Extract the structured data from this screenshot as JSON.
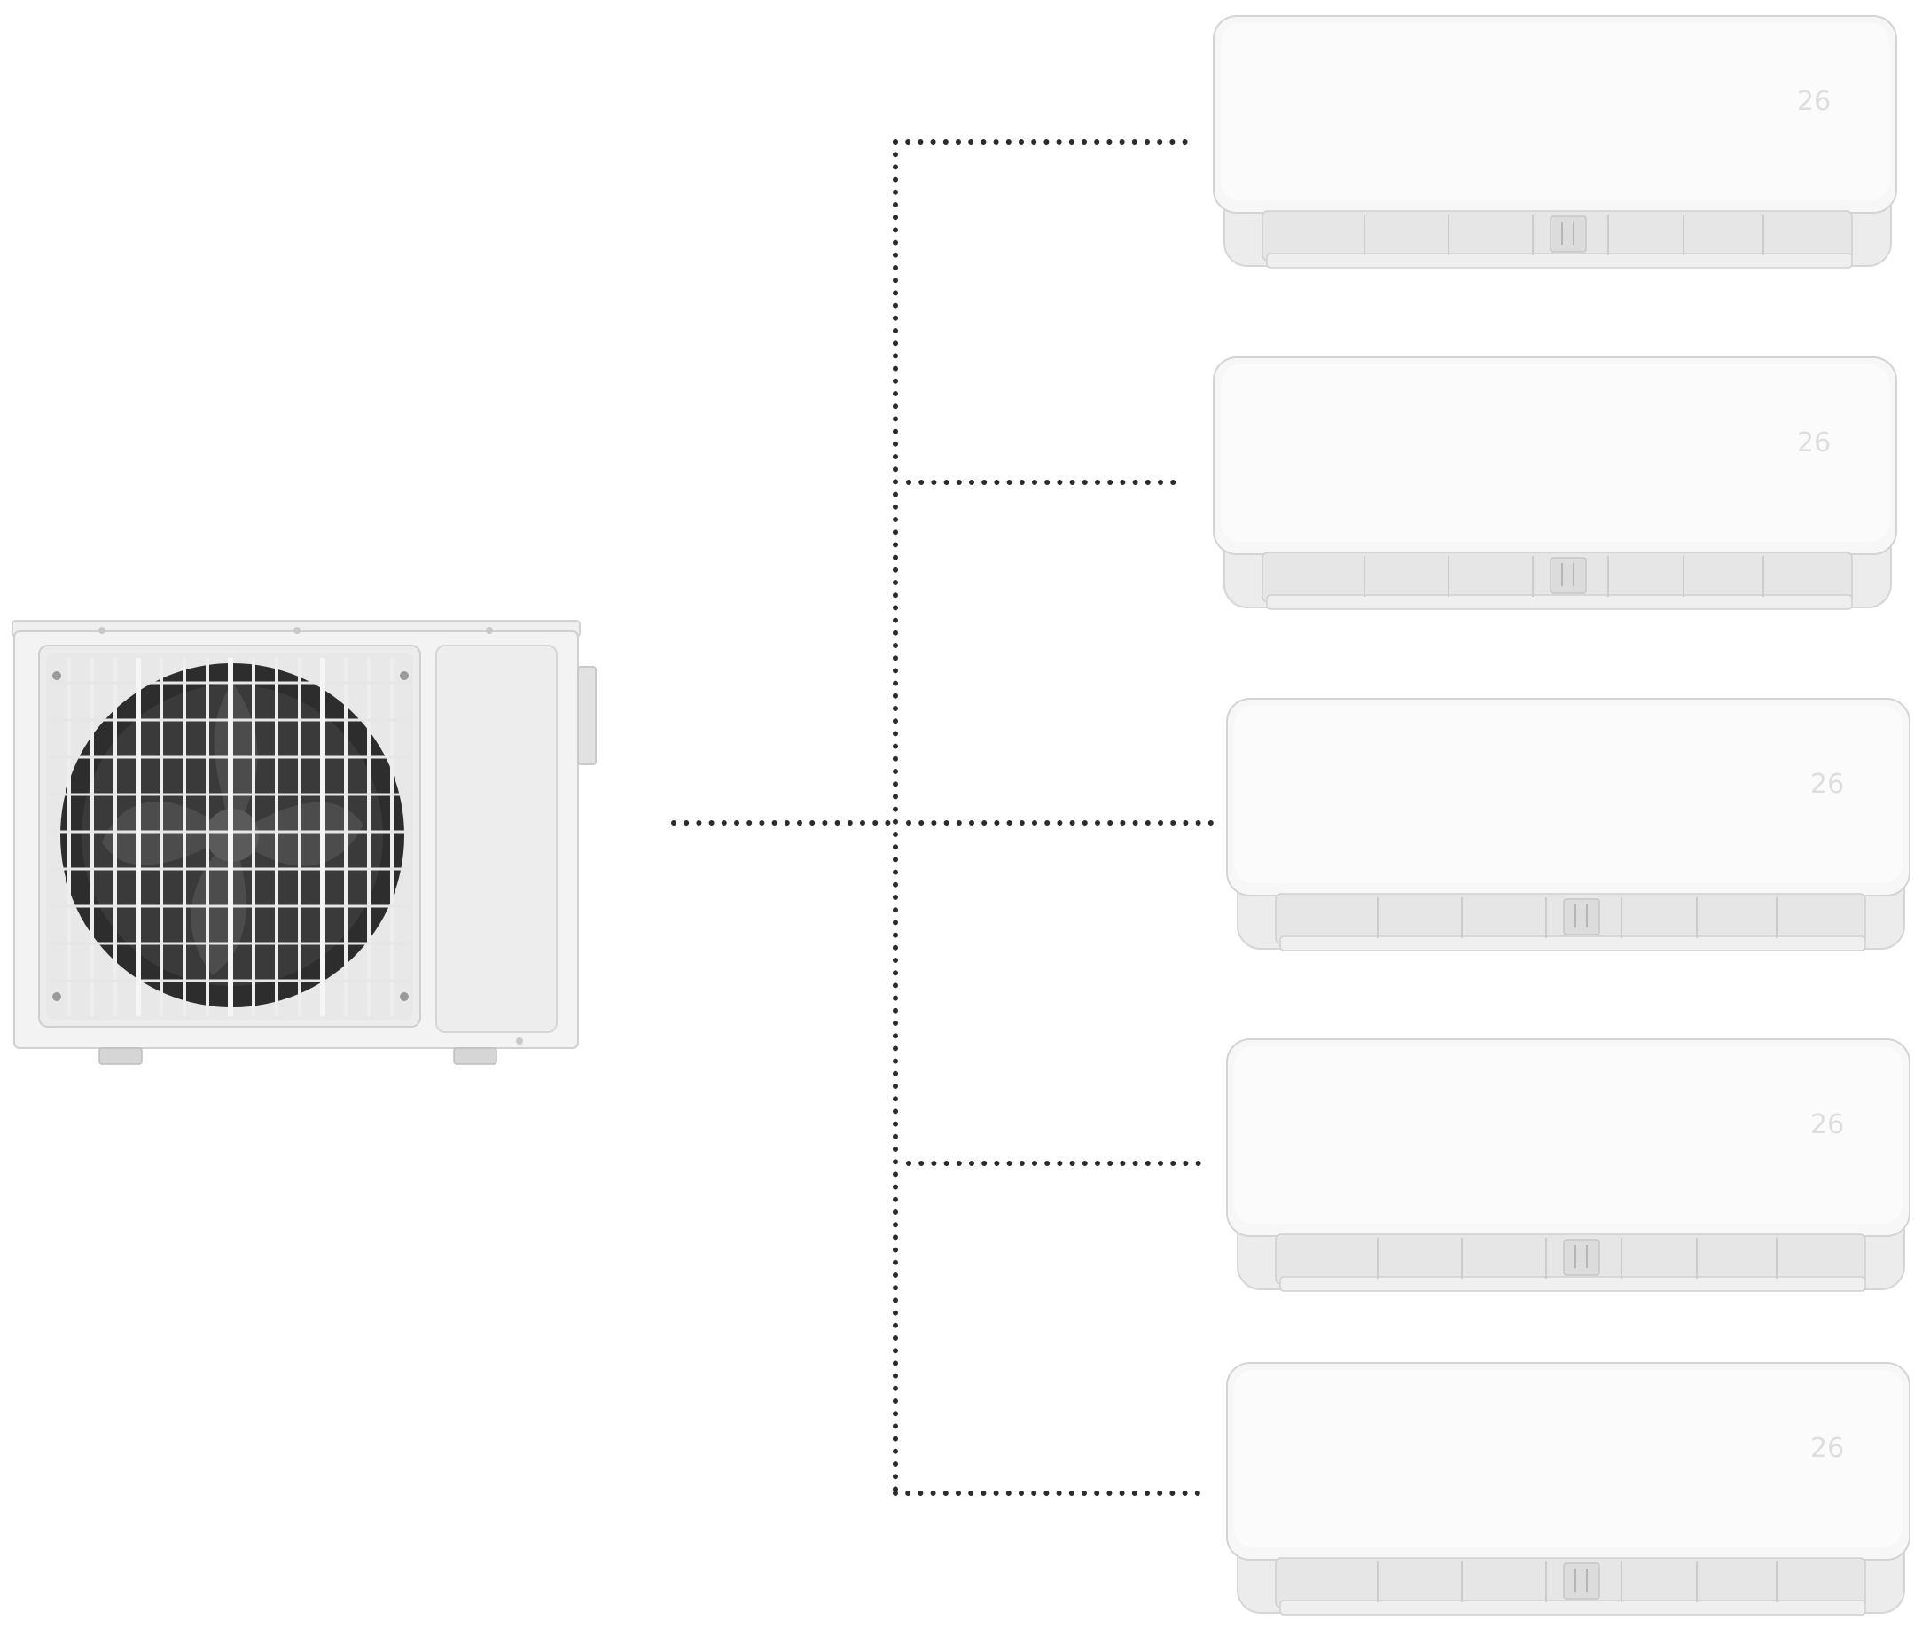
{
  "diagram": {
    "type": "multi-zone-split-system",
    "outdoor_unit": {
      "name": "outdoor-condenser-unit"
    },
    "indoor_units": [
      {
        "name": "indoor-unit-1",
        "display": "26"
      },
      {
        "name": "indoor-unit-2",
        "display": "26"
      },
      {
        "name": "indoor-unit-3",
        "display": "26"
      },
      {
        "name": "indoor-unit-4",
        "display": "26"
      },
      {
        "name": "indoor-unit-5",
        "display": "26"
      }
    ],
    "connection_style": "dotted",
    "colors": {
      "background": "#ffffff",
      "connector": "#2b2b2b",
      "unit_body": "#f4f4f4",
      "unit_shadow": "#e3e3e3",
      "unit_outline": "#d9d9d9",
      "fan_dark": "#2d2d2d",
      "grille": "#e9e9e9",
      "display_text": "#dedede"
    },
    "icons": [
      "outdoor-unit-icon",
      "indoor-unit-icon",
      "fan-icon"
    ]
  }
}
